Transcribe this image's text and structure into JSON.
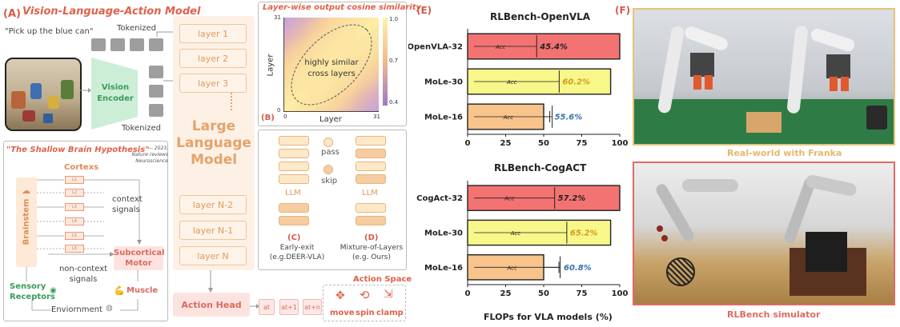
{
  "panel_a": {
    "letter": "(A)",
    "title": "Vision-Language-Action Model",
    "instruction": "\"Pick up the blue can\"",
    "tokenized_top": "Tokenized",
    "tokenized_bottom": "Tokenized",
    "vision_encoder": "Vision\nEncoder",
    "layers_top": [
      "layer 1",
      "layer 2",
      "layer 3"
    ],
    "layers_bottom": [
      "layer N-2",
      "layer N-1",
      "layer N"
    ],
    "llm_label": "Large\nLanguage\nModel",
    "action_head": "Action Head",
    "action_tokens": [
      "at",
      "at+1",
      "at+n"
    ],
    "action_space": {
      "title": "Action Space",
      "items": [
        "move",
        "spin",
        "clamp"
      ]
    }
  },
  "brain": {
    "title": "\"The Shallow Brain Hypothesis\"",
    "citation": "--- 2023,\nNature reviews\nNeuroscience",
    "cortexs": "Cortexs",
    "brainstem": "Brainstem",
    "layer_labels": [
      "L1",
      "L2",
      "L3",
      "L4",
      "L5",
      "L6"
    ],
    "context_signals": "context\nsignals",
    "non_context_signals": "non-context\nsignals",
    "subcortical_motor": "Subcortical\nMotor",
    "muscle": "Muscle",
    "sensory_receptors": "Sensory\nReceptors",
    "environment": "Enviornment"
  },
  "panel_b": {
    "letter": "(B)",
    "title": "Layer-wise output cosine similarity",
    "xlabel": "Layer",
    "ylabel": "Layer",
    "annotation": "highly similar\ncross layers",
    "xticks": [
      "0",
      "31"
    ],
    "yticks": [
      "31",
      "0"
    ],
    "colorbar_ticks": [
      "1.0",
      "0.7",
      "0.4"
    ],
    "colors": {
      "high": "#fdf6a8",
      "low": "#b591d6"
    }
  },
  "panel_cd": {
    "pass": "pass",
    "skip": "skip",
    "llm": "LLM",
    "c_letter": "(C)",
    "c_caption": "Early-exit\n(e.g.DEER-VLA)",
    "d_letter": "(D)",
    "d_caption": "Mixture-of-Layers\n(e.g. Ours)"
  },
  "panel_e": {
    "letter": "(E)",
    "xlabel": "FLOPs for VLA models (%)",
    "inner_label": "Acc"
  },
  "chart_data": [
    {
      "type": "bar",
      "orientation": "horizontal",
      "title": "RLBench-OpenVLA",
      "categories": [
        "OpenVLA-32",
        "MoLe-30",
        "MoLe-16"
      ],
      "values": [
        100,
        94,
        50
      ],
      "accuracy_labels": [
        "45.4%",
        "60.2%",
        "55.6%"
      ],
      "accuracy_values": [
        45.4,
        60.2,
        55.6
      ],
      "errors": [
        0,
        0,
        4
      ],
      "colors": [
        "#f37373",
        "#f7f78a",
        "#f8c48b"
      ],
      "label_colors": [
        "#222222",
        "#d59a1a",
        "#3a6fb0"
      ],
      "xticks": [
        0,
        25,
        50,
        75,
        100
      ],
      "xlim": [
        0,
        100
      ]
    },
    {
      "type": "bar",
      "orientation": "horizontal",
      "title": "RLBench-CogACT",
      "xlabel": "FLOPs for VLA models (%)",
      "categories": [
        "CogAct-32",
        "MoLe-30",
        "MoLe-16"
      ],
      "values": [
        100,
        94,
        50
      ],
      "accuracy_labels": [
        "57.2%",
        "65.2%",
        "60.8%"
      ],
      "accuracy_values": [
        57.2,
        65.2,
        60.8
      ],
      "errors": [
        0,
        0,
        10
      ],
      "colors": [
        "#f37373",
        "#f7f78a",
        "#f8c48b"
      ],
      "label_colors": [
        "#222222",
        "#d59a1a",
        "#3a6fb0"
      ],
      "xticks": [
        0,
        25,
        50,
        75,
        100
      ],
      "xlim": [
        0,
        100
      ]
    }
  ],
  "panel_f": {
    "letter": "(F)",
    "top_caption": "Real-world with Franka",
    "bottom_caption": "RLBench simulator",
    "top_color": "#e5c47a",
    "bottom_color": "#e06a63"
  }
}
